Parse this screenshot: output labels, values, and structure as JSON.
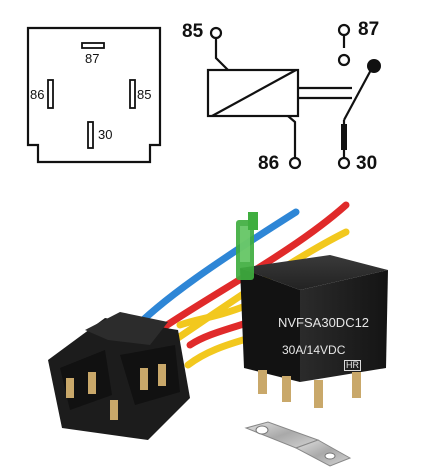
{
  "footprint": {
    "pins": {
      "p87": "87",
      "p86": "86",
      "p85": "85",
      "p30": "30"
    }
  },
  "schematic": {
    "pins": {
      "p85": "85",
      "p87": "87",
      "p86": "86",
      "p30": "30"
    }
  },
  "relay": {
    "model": "NVFSA30DC12",
    "rating": "30A/14VDC",
    "logo": "HR"
  },
  "colors": {
    "relay_body": "#1a1a1a",
    "fuse_green": "#3fae3f",
    "wire_blue": "#2e86d6",
    "wire_red": "#e02a2a",
    "wire_yellow": "#f2c81e",
    "terminal": "#c9a86a",
    "bracket": "#b8b8b8"
  }
}
